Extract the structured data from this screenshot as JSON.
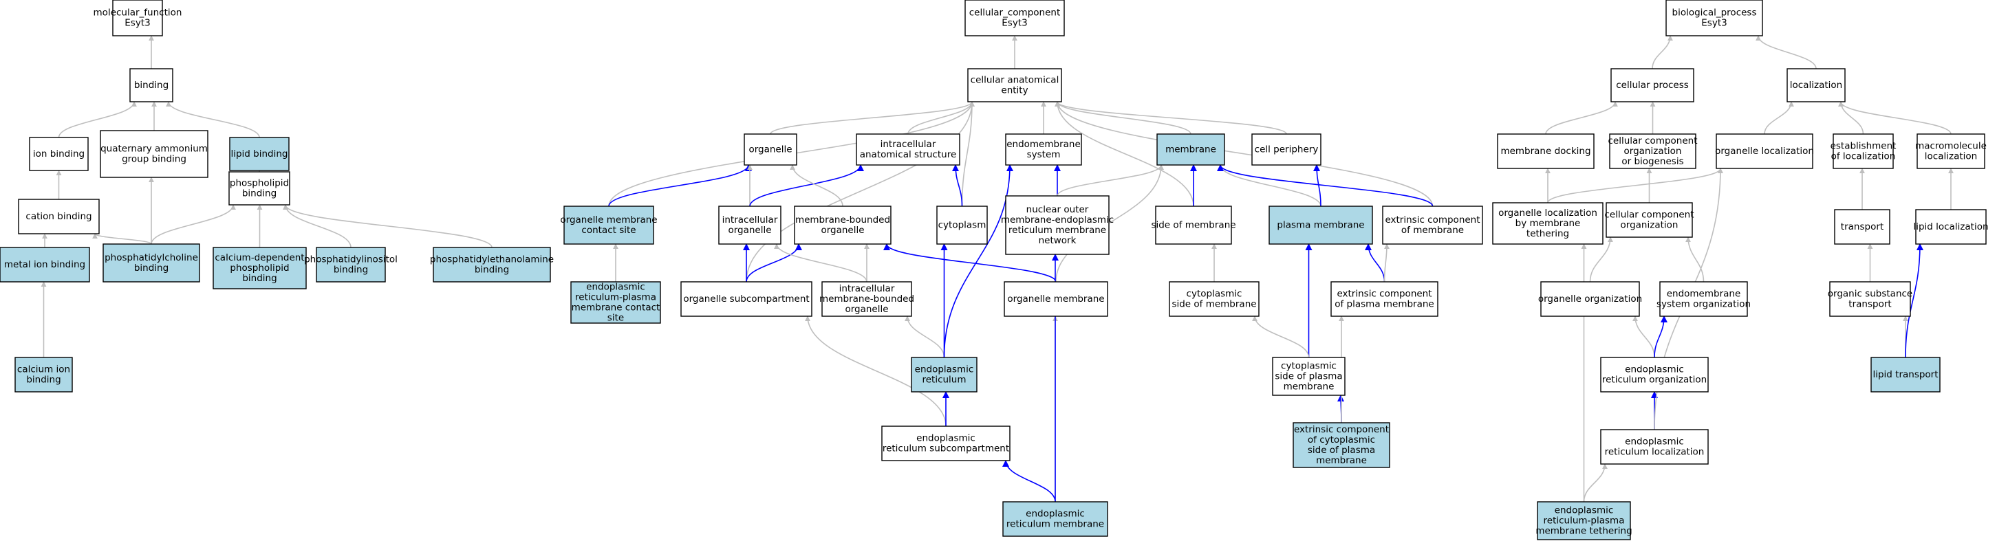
{
  "colors": {
    "highlight_fill": "#add8e6",
    "plain_fill": "#ffffff",
    "gray_edge": "#bebebe",
    "blue_edge": "#0000ff",
    "border": "#000000"
  },
  "nodes": [
    {
      "id": "mf",
      "lines": [
        "molecular_function",
        "Esyt3"
      ],
      "hl": false
    },
    {
      "id": "binding",
      "lines": [
        "binding"
      ],
      "hl": false
    },
    {
      "id": "ion_binding",
      "lines": [
        "ion binding"
      ],
      "hl": false
    },
    {
      "id": "qa_binding",
      "lines": [
        "quaternary ammonium",
        "group binding"
      ],
      "hl": false
    },
    {
      "id": "lipid_binding",
      "lines": [
        "lipid binding"
      ],
      "hl": true
    },
    {
      "id": "cation_binding",
      "lines": [
        "cation binding"
      ],
      "hl": false
    },
    {
      "id": "phospholipid_binding",
      "lines": [
        "phospholipid",
        "binding"
      ],
      "hl": false
    },
    {
      "id": "metal_ion_binding",
      "lines": [
        "metal ion binding"
      ],
      "hl": true
    },
    {
      "id": "pc_binding",
      "lines": [
        "phosphatidylcholine",
        "binding"
      ],
      "hl": true
    },
    {
      "id": "ca_pl_binding",
      "lines": [
        "calcium-dependent",
        "phospholipid",
        "binding"
      ],
      "hl": true
    },
    {
      "id": "pi_binding",
      "lines": [
        "phosphatidylinositol",
        "binding"
      ],
      "hl": true
    },
    {
      "id": "pe_binding",
      "lines": [
        "phosphatidylethanolamine",
        "binding"
      ],
      "hl": true
    },
    {
      "id": "ca_ion_binding",
      "lines": [
        "calcium ion",
        "binding"
      ],
      "hl": true
    },
    {
      "id": "cc",
      "lines": [
        "cellular_component",
        "Esyt3"
      ],
      "hl": false
    },
    {
      "id": "cae",
      "lines": [
        "cellular anatomical",
        "entity"
      ],
      "hl": false
    },
    {
      "id": "organelle",
      "lines": [
        "organelle"
      ],
      "hl": false
    },
    {
      "id": "ias",
      "lines": [
        "intracellular",
        "anatomical structure"
      ],
      "hl": false
    },
    {
      "id": "endomem_sys",
      "lines": [
        "endomembrane",
        "system"
      ],
      "hl": false
    },
    {
      "id": "membrane",
      "lines": [
        "membrane"
      ],
      "hl": true
    },
    {
      "id": "cell_periphery",
      "lines": [
        "cell periphery"
      ],
      "hl": false
    },
    {
      "id": "omcs",
      "lines": [
        "organelle membrane",
        "contact site"
      ],
      "hl": true
    },
    {
      "id": "intra_org",
      "lines": [
        "intracellular",
        "organelle"
      ],
      "hl": false
    },
    {
      "id": "mbo",
      "lines": [
        "membrane-bounded",
        "organelle"
      ],
      "hl": false
    },
    {
      "id": "cytoplasm",
      "lines": [
        "cytoplasm"
      ],
      "hl": false
    },
    {
      "id": "nomer",
      "lines": [
        "nuclear outer",
        "membrane-endoplasmic",
        "reticulum membrane",
        "network"
      ],
      "hl": false
    },
    {
      "id": "side_mem",
      "lines": [
        "side of membrane"
      ],
      "hl": false
    },
    {
      "id": "plasma_mem",
      "lines": [
        "plasma membrane"
      ],
      "hl": true
    },
    {
      "id": "ext_comp_mem",
      "lines": [
        "extrinsic component",
        "of membrane"
      ],
      "hl": false
    },
    {
      "id": "er_pm_cs",
      "lines": [
        "endoplasmic",
        "reticulum-plasma",
        "membrane contact",
        "site"
      ],
      "hl": true
    },
    {
      "id": "org_subcomp",
      "lines": [
        "organelle subcompartment"
      ],
      "hl": false
    },
    {
      "id": "imbo",
      "lines": [
        "intracellular",
        "membrane-bounded",
        "organelle"
      ],
      "hl": false
    },
    {
      "id": "org_mem",
      "lines": [
        "organelle membrane"
      ],
      "hl": false
    },
    {
      "id": "cyto_side",
      "lines": [
        "cytoplasmic",
        "side of membrane"
      ],
      "hl": false
    },
    {
      "id": "ext_comp_pm",
      "lines": [
        "extrinsic component",
        "of plasma membrane"
      ],
      "hl": false
    },
    {
      "id": "er",
      "lines": [
        "endoplasmic",
        "reticulum"
      ],
      "hl": true
    },
    {
      "id": "cyto_side_pm",
      "lines": [
        "cytoplasmic",
        "side of plasma",
        "membrane"
      ],
      "hl": false
    },
    {
      "id": "er_subcomp",
      "lines": [
        "endoplasmic",
        "reticulum subcompartment"
      ],
      "hl": false
    },
    {
      "id": "ext_cyto_pm",
      "lines": [
        "extrinsic component",
        "of cytoplasmic",
        "side of plasma",
        "membrane"
      ],
      "hl": true
    },
    {
      "id": "er_mem",
      "lines": [
        "endoplasmic",
        "reticulum membrane"
      ],
      "hl": true
    },
    {
      "id": "bp",
      "lines": [
        "biological_process",
        "Esyt3"
      ],
      "hl": false
    },
    {
      "id": "cell_proc",
      "lines": [
        "cellular process"
      ],
      "hl": false
    },
    {
      "id": "localization",
      "lines": [
        "localization"
      ],
      "hl": false
    },
    {
      "id": "mem_docking",
      "lines": [
        "membrane docking"
      ],
      "hl": false
    },
    {
      "id": "ccob",
      "lines": [
        "cellular component",
        "organization",
        "or biogenesis"
      ],
      "hl": false
    },
    {
      "id": "org_loc",
      "lines": [
        "organelle localization"
      ],
      "hl": false
    },
    {
      "id": "est_loc",
      "lines": [
        "establishment",
        "of localization"
      ],
      "hl": false
    },
    {
      "id": "macro_loc",
      "lines": [
        "macromolecule",
        "localization"
      ],
      "hl": false
    },
    {
      "id": "olmt",
      "lines": [
        "organelle localization",
        "by membrane",
        "tethering"
      ],
      "hl": false
    },
    {
      "id": "cco",
      "lines": [
        "cellular component",
        "organization"
      ],
      "hl": false
    },
    {
      "id": "transport",
      "lines": [
        "transport"
      ],
      "hl": false
    },
    {
      "id": "lipid_loc",
      "lines": [
        "lipid localization"
      ],
      "hl": false
    },
    {
      "id": "org_org",
      "lines": [
        "organelle organization"
      ],
      "hl": false
    },
    {
      "id": "endomem_org",
      "lines": [
        "endomembrane",
        "system organization"
      ],
      "hl": false
    },
    {
      "id": "ost",
      "lines": [
        "organic substance",
        "transport"
      ],
      "hl": false
    },
    {
      "id": "er_org",
      "lines": [
        "endoplasmic",
        "reticulum organization"
      ],
      "hl": false
    },
    {
      "id": "lipid_transport",
      "lines": [
        "lipid transport"
      ],
      "hl": true
    },
    {
      "id": "er_loc",
      "lines": [
        "endoplasmic",
        "reticulum localization"
      ],
      "hl": false
    },
    {
      "id": "er_pm_tether",
      "lines": [
        "endoplasmic",
        "reticulum-plasma",
        "membrane tethering"
      ],
      "hl": true
    }
  ],
  "edges": [
    {
      "from": "binding",
      "to": "mf",
      "color": "gray"
    },
    {
      "from": "ion_binding",
      "to": "binding",
      "color": "gray"
    },
    {
      "from": "qa_binding",
      "to": "binding",
      "color": "gray"
    },
    {
      "from": "lipid_binding",
      "to": "binding",
      "color": "gray"
    },
    {
      "from": "cation_binding",
      "to": "ion_binding",
      "color": "gray"
    },
    {
      "from": "phospholipid_binding",
      "to": "lipid_binding",
      "color": "gray"
    },
    {
      "from": "metal_ion_binding",
      "to": "cation_binding",
      "color": "gray"
    },
    {
      "from": "pc_binding",
      "to": "cation_binding",
      "color": "gray"
    },
    {
      "from": "pc_binding",
      "to": "qa_binding",
      "color": "gray"
    },
    {
      "from": "pc_binding",
      "to": "phospholipid_binding",
      "color": "gray"
    },
    {
      "from": "ca_pl_binding",
      "to": "phospholipid_binding",
      "color": "gray"
    },
    {
      "from": "pi_binding",
      "to": "phospholipid_binding",
      "color": "gray"
    },
    {
      "from": "pe_binding",
      "to": "phospholipid_binding",
      "color": "gray"
    },
    {
      "from": "ca_ion_binding",
      "to": "metal_ion_binding",
      "color": "gray"
    },
    {
      "from": "cae",
      "to": "cc",
      "color": "gray"
    },
    {
      "from": "organelle",
      "to": "cae",
      "color": "gray"
    },
    {
      "from": "ias",
      "to": "cae",
      "color": "gray"
    },
    {
      "from": "endomem_sys",
      "to": "cae",
      "color": "gray"
    },
    {
      "from": "membrane",
      "to": "cae",
      "color": "gray"
    },
    {
      "from": "cell_periphery",
      "to": "cae",
      "color": "gray"
    },
    {
      "from": "omcs",
      "to": "cae",
      "color": "gray"
    },
    {
      "from": "cytoplasm",
      "to": "cae",
      "color": "gray"
    },
    {
      "from": "side_mem",
      "to": "cae",
      "color": "gray"
    },
    {
      "from": "ext_comp_mem",
      "to": "cae",
      "color": "gray"
    },
    {
      "from": "org_subcomp",
      "to": "cae",
      "color": "gray"
    },
    {
      "from": "omcs",
      "to": "organelle",
      "color": "blue"
    },
    {
      "from": "intra_org",
      "to": "organelle",
      "color": "gray"
    },
    {
      "from": "intra_org",
      "to": "ias",
      "color": "blue"
    },
    {
      "from": "mbo",
      "to": "organelle",
      "color": "gray"
    },
    {
      "from": "cytoplasm",
      "to": "ias",
      "color": "blue"
    },
    {
      "from": "nomer",
      "to": "endomem_sys",
      "color": "blue"
    },
    {
      "from": "nomer",
      "to": "membrane",
      "color": "gray"
    },
    {
      "from": "side_mem",
      "to": "membrane",
      "color": "blue"
    },
    {
      "from": "plasma_mem",
      "to": "membrane",
      "color": "gray"
    },
    {
      "from": "plasma_mem",
      "to": "cell_periphery",
      "color": "blue"
    },
    {
      "from": "ext_comp_mem",
      "to": "membrane",
      "color": "blue"
    },
    {
      "from": "er_pm_cs",
      "to": "omcs",
      "color": "gray"
    },
    {
      "from": "org_subcomp",
      "to": "intra_org",
      "color": "blue"
    },
    {
      "from": "org_subcomp",
      "to": "mbo",
      "color": "blue"
    },
    {
      "from": "imbo",
      "to": "intra_org",
      "color": "gray"
    },
    {
      "from": "imbo",
      "to": "mbo",
      "color": "gray"
    },
    {
      "from": "org_mem",
      "to": "mbo",
      "color": "blue"
    },
    {
      "from": "org_mem",
      "to": "membrane",
      "color": "gray"
    },
    {
      "from": "cyto_side",
      "to": "side_mem",
      "color": "gray"
    },
    {
      "from": "ext_comp_pm",
      "to": "plasma_mem",
      "color": "blue"
    },
    {
      "from": "ext_comp_pm",
      "to": "ext_comp_mem",
      "color": "gray"
    },
    {
      "from": "er",
      "to": "imbo",
      "color": "gray"
    },
    {
      "from": "er",
      "to": "cytoplasm",
      "color": "blue"
    },
    {
      "from": "er",
      "to": "endomem_sys",
      "color": "blue"
    },
    {
      "from": "cyto_side_pm",
      "to": "plasma_mem",
      "color": "blue"
    },
    {
      "from": "cyto_side_pm",
      "to": "cyto_side",
      "color": "gray"
    },
    {
      "from": "er_subcomp",
      "to": "org_subcomp",
      "color": "gray"
    },
    {
      "from": "er_subcomp",
      "to": "er",
      "color": "blue"
    },
    {
      "from": "ext_cyto_pm",
      "to": "cyto_side_pm",
      "color": "blue"
    },
    {
      "from": "ext_cyto_pm",
      "to": "ext_comp_pm",
      "color": "gray"
    },
    {
      "from": "er_mem",
      "to": "er_subcomp",
      "color": "blue"
    },
    {
      "from": "er_mem",
      "to": "org_mem",
      "color": "gray"
    },
    {
      "from": "er_mem",
      "to": "nomer",
      "color": "blue"
    },
    {
      "from": "cell_proc",
      "to": "bp",
      "color": "gray"
    },
    {
      "from": "localization",
      "to": "bp",
      "color": "gray"
    },
    {
      "from": "mem_docking",
      "to": "cell_proc",
      "color": "gray"
    },
    {
      "from": "ccob",
      "to": "cell_proc",
      "color": "gray"
    },
    {
      "from": "org_loc",
      "to": "localization",
      "color": "gray"
    },
    {
      "from": "est_loc",
      "to": "localization",
      "color": "gray"
    },
    {
      "from": "macro_loc",
      "to": "localization",
      "color": "gray"
    },
    {
      "from": "olmt",
      "to": "mem_docking",
      "color": "gray"
    },
    {
      "from": "olmt",
      "to": "org_loc",
      "color": "gray"
    },
    {
      "from": "cco",
      "to": "ccob",
      "color": "gray"
    },
    {
      "from": "transport",
      "to": "est_loc",
      "color": "gray"
    },
    {
      "from": "lipid_loc",
      "to": "macro_loc",
      "color": "gray"
    },
    {
      "from": "org_org",
      "to": "cco",
      "color": "gray"
    },
    {
      "from": "endomem_org",
      "to": "cco",
      "color": "gray"
    },
    {
      "from": "ost",
      "to": "transport",
      "color": "gray"
    },
    {
      "from": "er_org",
      "to": "org_org",
      "color": "gray"
    },
    {
      "from": "er_org",
      "to": "endomem_org",
      "color": "blue"
    },
    {
      "from": "lipid_transport",
      "to": "ost",
      "color": "gray"
    },
    {
      "from": "lipid_transport",
      "to": "lipid_loc",
      "color": "blue"
    },
    {
      "from": "er_loc",
      "to": "er_org",
      "color": "blue"
    },
    {
      "from": "er_loc",
      "to": "org_loc",
      "color": "gray"
    },
    {
      "from": "er_pm_tether",
      "to": "olmt",
      "color": "gray"
    },
    {
      "from": "er_pm_tether",
      "to": "er_loc",
      "color": "gray"
    }
  ]
}
